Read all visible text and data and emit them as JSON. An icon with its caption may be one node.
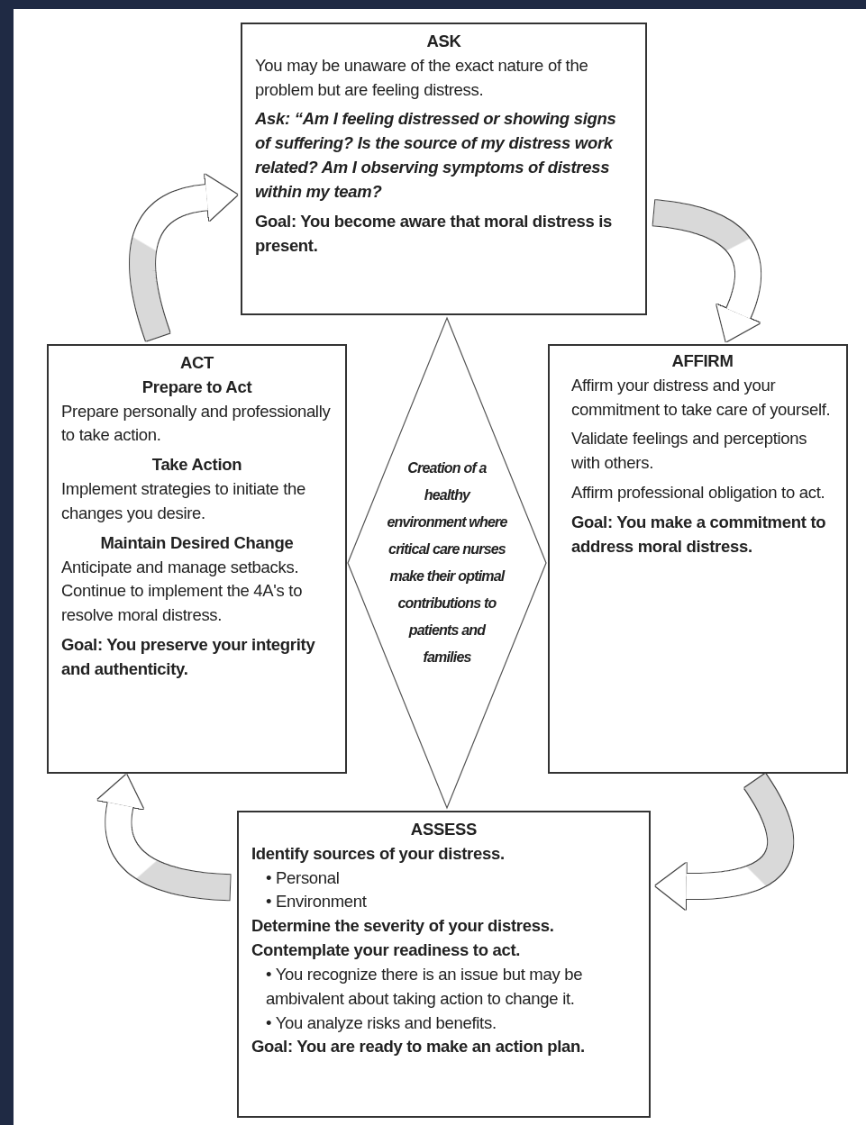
{
  "diagram": {
    "nodes": [
      {
        "text": [
          "ASK",
          "You may be unaware of the exact nature of the problem but are feeling distress.",
          "Ask: “Am I feeling distressed or showing signs of suffering? Is the source of my distress work related? Am I observing symptoms of distress within my team?",
          "Goal: You become aware that moral distress is present."
        ]
      },
      {
        "text": [
          "AFFIRM",
          "Affirm your distress and your commitment to take care of yourself.",
          "Validate feelings and perceptions with others.",
          "Affirm professional obligation to act.",
          "Goal: You make a commitment to address moral distress."
        ]
      },
      {
        "text": [
          "ASSESS",
          "Identify sources of your distress.",
          "• Personal",
          "• Environment",
          "Determine the severity of your distress.",
          "Contemplate your readiness to act.",
          "• You recognize there is an issue but may be ambivalent about taking action to change it.",
          "• You analyze risks and benefits.",
          "Goal: You are ready to make an action plan."
        ]
      },
      {
        "text": [
          "ACT",
          "Prepare to Act",
          "Prepare personally and professionally to take action.",
          "Take Action",
          "Implement strategies to initiate the changes you desire.",
          "Maintain Desired Change",
          "Anticipate and manage setbacks. Continue to implement the 4A's to resolve moral distress.",
          "Goal: You preserve your integrity and authenticity."
        ]
      },
      {
        "text": [
          "Creation of a healthy environment where critical care nurses make their optimal contributions to patients and families"
        ]
      }
    ],
    "edges": [
      {
        "from": 0,
        "to": 1,
        "arrow": "to"
      },
      {
        "from": 1,
        "to": 2,
        "arrow": "to"
      },
      {
        "from": 2,
        "to": 3,
        "arrow": "to"
      },
      {
        "from": 3,
        "to": 0,
        "arrow": "to"
      }
    ]
  }
}
